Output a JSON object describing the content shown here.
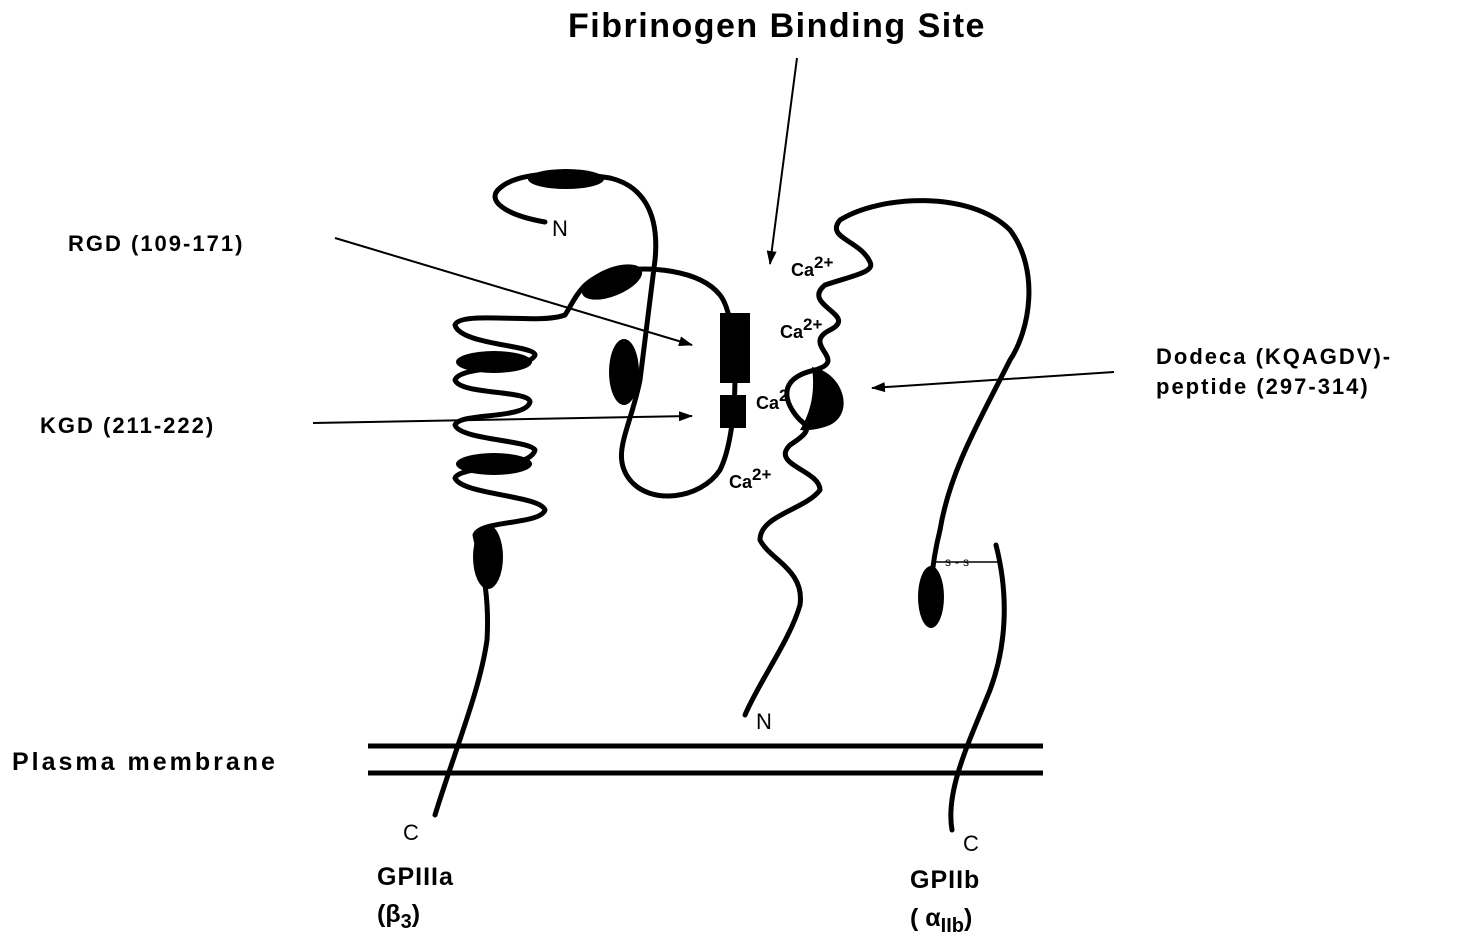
{
  "title": "Fibrinogen Binding Site",
  "labels": {
    "rgd": "RGD (109-171)",
    "kgd": "KGD (211-222)",
    "dodeca_line1": "Dodeca (KQAGDV)-",
    "dodeca_line2": "peptide (297-314)",
    "plasma_membrane": "Plasma membrane"
  },
  "termini": {
    "gp3a_n": "N",
    "gp3a_c": "C",
    "gp2b_n": "N",
    "gp2b_c": "C"
  },
  "calcium": {
    "base": "Ca",
    "sup_full": "2+",
    "sup_partial": "2"
  },
  "disulfide": "s-s",
  "subunits": {
    "gp3a_name": "GPIIIa",
    "gp3a_greek": "β",
    "gp3a_sub": "3",
    "gp2b_name": "GPIIb",
    "gp2b_greek": "α",
    "gp2b_sub": "IIb"
  },
  "colors": {
    "ink": "#000000",
    "background": "#ffffff"
  }
}
